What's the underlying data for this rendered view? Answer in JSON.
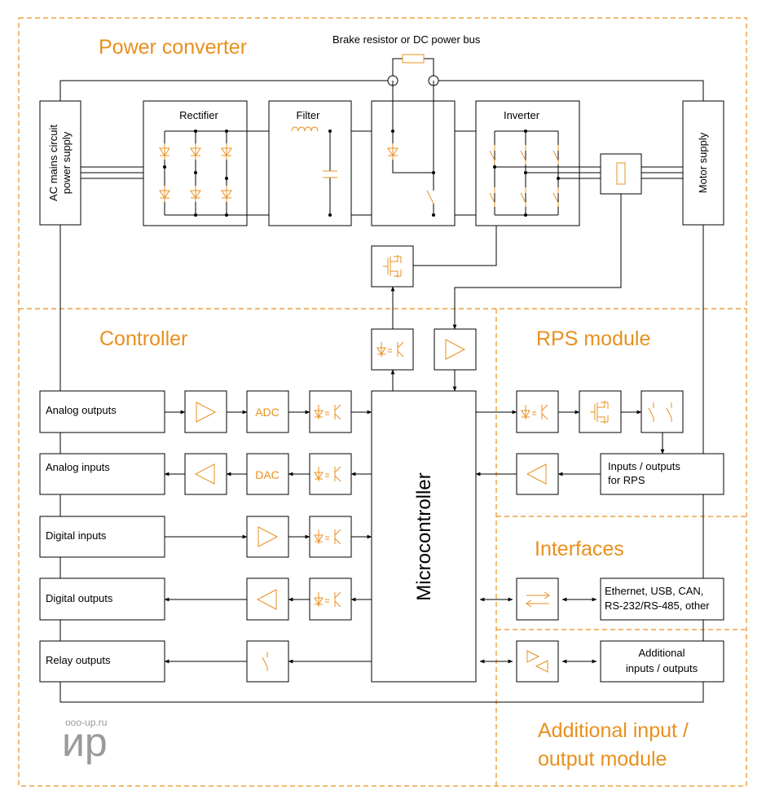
{
  "sections": {
    "power_converter": "Power converter",
    "controller": "Controller",
    "rps_module": "RPS module",
    "interfaces": "Interfaces",
    "additional_io_module": [
      "Additional input /",
      "output module"
    ]
  },
  "power": {
    "brake_label": "Brake resistor or DC power bus",
    "ac_supply": [
      "AC mains circuit",
      "power supply"
    ],
    "rectifier": "Rectifier",
    "filter": "Filter",
    "inverter": "Inverter",
    "motor_supply": "Motor supply"
  },
  "controller": {
    "analog_outputs": "Analog outputs",
    "analog_inputs": "Analog inputs",
    "digital_inputs": "Digital inputs",
    "digital_outputs": "Digital outputs",
    "relay_outputs": "Relay outputs",
    "adc": "ADC",
    "dac": "DAC",
    "microcontroller": "Microcontroller"
  },
  "rps": {
    "io": [
      "Inputs / outputs",
      "for RPS"
    ]
  },
  "interfaces": {
    "list": [
      "Ethernet, USB, CAN,",
      "RS-232/RS-485, other"
    ]
  },
  "additional": {
    "io": [
      "Additional",
      "inputs / outputs"
    ]
  },
  "watermark": {
    "site": "ooo-up.ru",
    "logo": "ир"
  },
  "colors": {
    "accent": "#e8901e",
    "line": "#000000",
    "watermark": "#9a9a9a"
  }
}
